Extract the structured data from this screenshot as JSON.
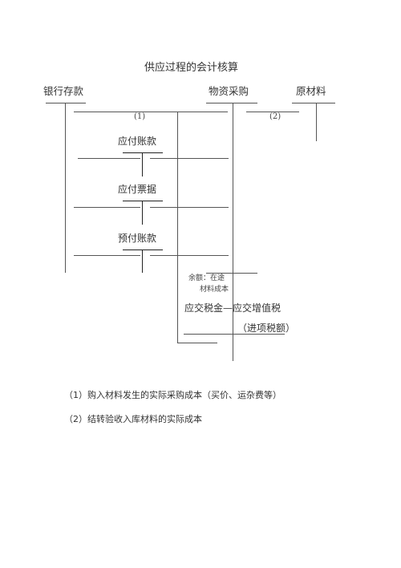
{
  "title": "供应过程的会计核算",
  "accounts": {
    "bank_deposit": "银行存款",
    "material_purchase": "物资采购",
    "raw_materials": "原材料",
    "accounts_payable": "应付账款",
    "notes_payable": "应付票据",
    "prepayments": "预付账款",
    "tax_payable": "应交税金—应交增值税"
  },
  "labels": {
    "entry_1": "(1)",
    "entry_2": "(2)",
    "balance_line1": "余额：在途",
    "balance_line2": "材料成本",
    "input_tax": "（进项税额）"
  },
  "notes": [
    "（1）购入材料发生的实际采购成本（买价、运杂费等）",
    "（2）结转验收入库材料的实际成本"
  ]
}
